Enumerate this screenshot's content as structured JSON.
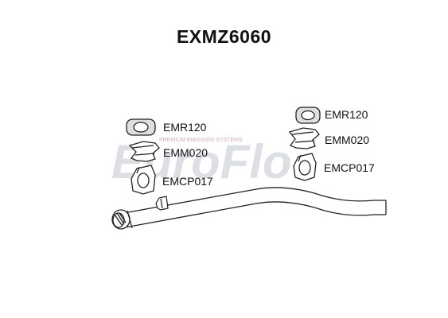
{
  "title": "EXMZ6060",
  "watermark": {
    "brand": "EuroFlo",
    "tagline": "PREMIUM EMISSION SYSTEMS",
    "colors": {
      "grey": "#b9bfc9",
      "accent": "#e8a7a7",
      "tagline": "#c9a3a3"
    }
  },
  "parts": {
    "left": {
      "rubber_mount": "EMR120",
      "mounting": "EMM020",
      "clamp": "EMCP017"
    },
    "right": {
      "rubber_mount": "EMR120",
      "mounting": "EMM020",
      "clamp": "EMCP017"
    }
  },
  "colors": {
    "line": "#222222",
    "fill": "#ffffff",
    "rubber": "#d9d9d9"
  }
}
